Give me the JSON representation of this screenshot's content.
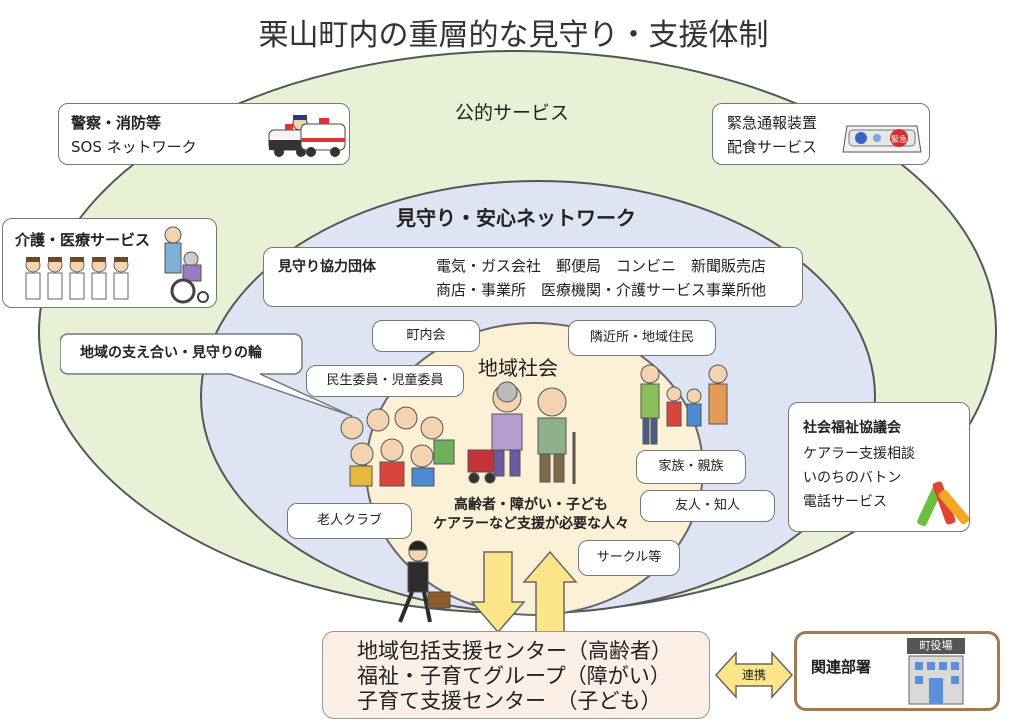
{
  "title": "栗山町内の重層的な見守り・支援体制",
  "outer": {
    "label": "公的サービス"
  },
  "police": {
    "title": "警察・消防等",
    "line": "SOS ネットワーク"
  },
  "emergency": {
    "line1": "緊急通報装置",
    "line2": "配食サービス",
    "device_label": "緊急"
  },
  "care": {
    "title": "介護・医療サービス"
  },
  "network": {
    "title": "見守り・安心ネットワーク",
    "groups_title": "見守り協力団体",
    "line1": "電気・ガス会社　郵便局　コンビニ　新聞販売店",
    "line2": "商店・事業所　医療機関・介護サービス事業所他"
  },
  "support_ring": "地域の支え合い・見守りの輪",
  "tags": {
    "chonaikai": "町内会",
    "neighbors": "隣近所・地域住民",
    "minsei": "民生委員・児童委員",
    "family": "家族・親族",
    "friends": "友人・知人",
    "seniors_club": "老人クラブ",
    "circles": "サークル等"
  },
  "community": {
    "label": "地域社会",
    "line1": "高齢者・障がい・子ども",
    "line2": "ケアラーなど支援が必要な人々"
  },
  "shakyo": {
    "title": "社会福祉協議会",
    "line1": "ケアラー支援相談",
    "line2": "いのちのバトン",
    "line3": "電話サービス"
  },
  "centers": {
    "line1": "地域包括支援センター（高齢者）",
    "line2": "福祉・子育てグループ（障がい）",
    "line3": "子育て支援センター　（子ども）"
  },
  "link_label": "連携",
  "dept": {
    "title": "関連部署",
    "sign": "町役場"
  },
  "colors": {
    "outer_ring": "#e8f0d6",
    "middle_ring": "#dfe4f4",
    "inner_ring": "#fcf0d6",
    "arrow": "#fde68a",
    "center_box": "#fcefe6",
    "dept_border": "#a07a52"
  }
}
